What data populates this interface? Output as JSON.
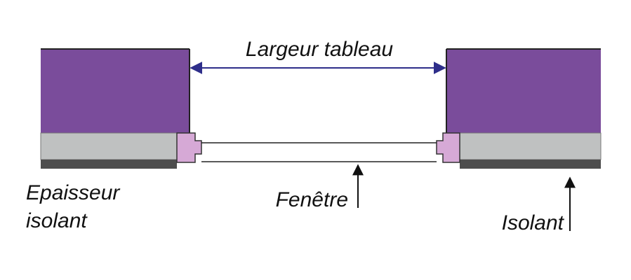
{
  "labels": {
    "width": "Largeur tableau",
    "thickness_line1": "Epaisseur",
    "thickness_line2": "isolant",
    "window": "Fenêtre",
    "insulation": "Isolant"
  },
  "colors": {
    "wall": "#7a4c9b",
    "insulation": "#bfc1c1",
    "finish": "#4d4d4d",
    "frame": "#d6a9d6",
    "dimension_arrow": "#2e2e8a",
    "text": "#111111"
  }
}
